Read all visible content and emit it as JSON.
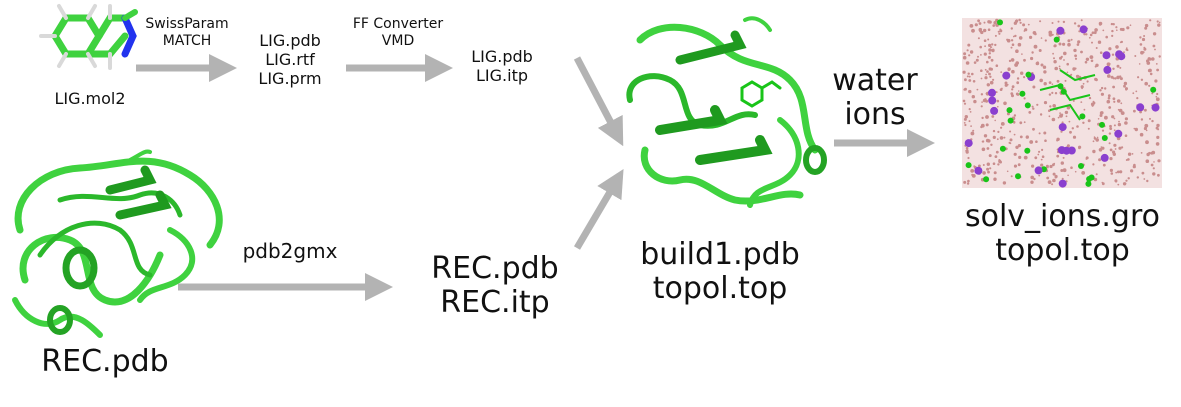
{
  "colors": {
    "protein": "#3fd23f",
    "protein_dark": "#1f9a1f",
    "arrow": "#b3b3b3",
    "ion_purple": "#8a3fcf",
    "ion_green": "#19c419",
    "water": "#c98d8d",
    "nitrogen": "#2233ee",
    "hydrogen": "#e8e8e8"
  },
  "icons": {
    "ligand": "ligand-molecule-icon",
    "receptor": "protein-ribbon-icon",
    "complex": "protein-ligand-complex-icon",
    "solvated": "solvated-box-icon"
  },
  "ligand": {
    "name": "LIG.mol2",
    "tools": "SwissParam\nMATCH",
    "outputs": "LIG.pdb\nLIG.rtf\nLIG.prm"
  },
  "conversion": {
    "tools": "FF Converter\nVMD",
    "outputs": "LIG.pdb\nLIG.itp"
  },
  "receptor": {
    "name": "REC.pdb",
    "tool": "pdb2gmx",
    "outputs": "REC.pdb\nREC.itp"
  },
  "build": {
    "outputs": "build1.pdb\ntopol.top"
  },
  "solvate": {
    "step": "water\nions",
    "outputs": "solv_ions.gro\ntopol.top"
  }
}
